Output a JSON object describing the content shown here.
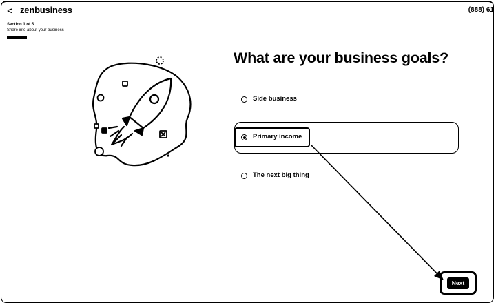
{
  "header": {
    "back_glyph": "<",
    "logo": "zenbusiness",
    "phone": "(888) 61"
  },
  "progress": {
    "section_label": "Section 1 of 5",
    "subtitle": "Share info about your business",
    "fraction": 0.2
  },
  "main": {
    "question": "What are your business goals?",
    "options": [
      {
        "label": "Side business",
        "selected": false
      },
      {
        "label": "Primary income",
        "selected": true
      },
      {
        "label": "The next big thing",
        "selected": false
      }
    ]
  },
  "footer": {
    "next_label": "Next"
  },
  "icons": [
    "back-chevron-icon",
    "rocket-illustration",
    "radio-icon",
    "arrow-annotation"
  ],
  "colors": {
    "foreground": "#000000",
    "background": "#ffffff"
  }
}
